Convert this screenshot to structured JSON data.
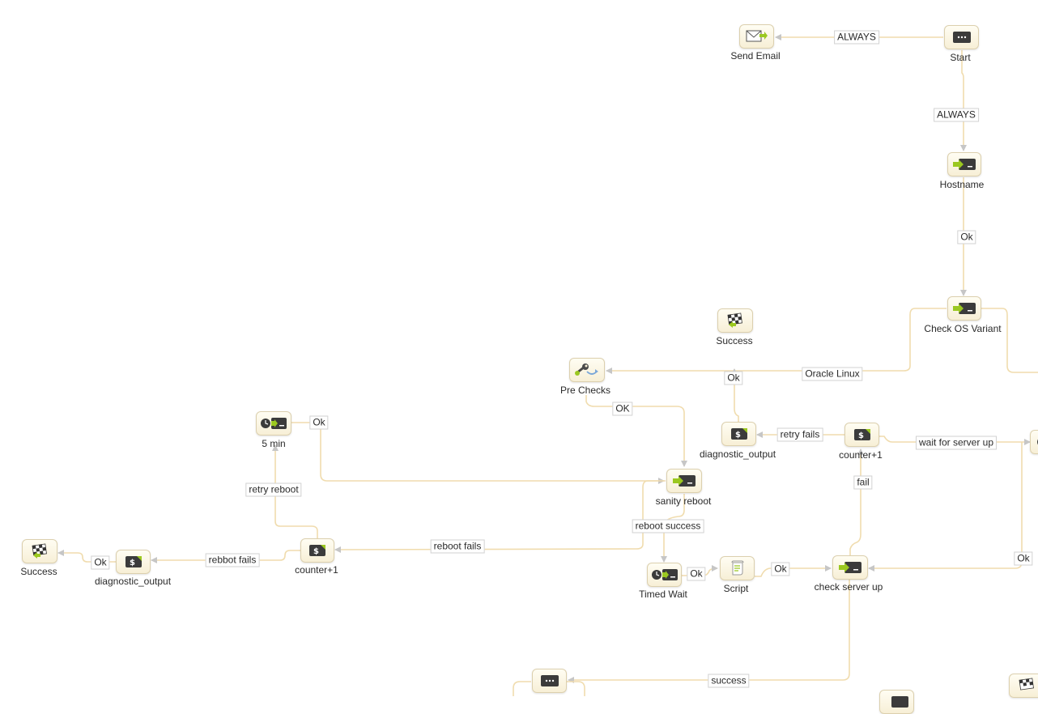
{
  "nodes": {
    "send_email": "Send Email",
    "start": "Start",
    "hostname": "Hostname",
    "check_os_variant": "Check OS Variant",
    "success_top": "Success",
    "pre_checks": "Pre Checks",
    "diagnostic_output_mid": "diagnostic_output",
    "counter_mid": "counter+1",
    "five_min": "5 min",
    "sanity_reboot": "sanity reboot",
    "success_left": "Success",
    "diagnostic_output_left": "diagnostic_output",
    "counter_left": "counter+1",
    "timed_wait": "Timed Wait",
    "script": "Script",
    "check_server_up": "check server up"
  },
  "edges": {
    "start_to_email": "ALWAYS",
    "start_to_hostname": "ALWAYS",
    "hostname_ok": "Ok",
    "oracle_linux": "Oracle Linux",
    "success_ok": "Ok",
    "prechecks_ok": "OK",
    "retry_fails": "retry fails",
    "wait_for_server_up": "wait for server up",
    "five_min_ok": "Ok",
    "retry_reboot": "retry reboot",
    "fail": "fail",
    "reboot_success": "reboot success",
    "reboot_fails": "reboot fails",
    "rebbot_fails": "rebbot fails",
    "diag_left_ok": "Ok",
    "timed_wait_ok": "Ok",
    "script_ok": "Ok",
    "right_ok": "Ok",
    "success_bottom": "success"
  },
  "icons": {
    "send_email": "envelope-arrow-icon",
    "start": "ellipsis-icon",
    "command": "terminal-arrow-icon",
    "pre_checks": "wrench-arrow-icon",
    "success": "checkered-flag-icon",
    "variable": "dollar-terminal-icon",
    "timer": "clock-terminal-icon",
    "script": "script-scroll-icon"
  },
  "colors": {
    "edge": "#f0dcae",
    "node_bg": "#f7efd6",
    "icon_dark": "#3b3b3b",
    "icon_green": "#9bc820"
  }
}
